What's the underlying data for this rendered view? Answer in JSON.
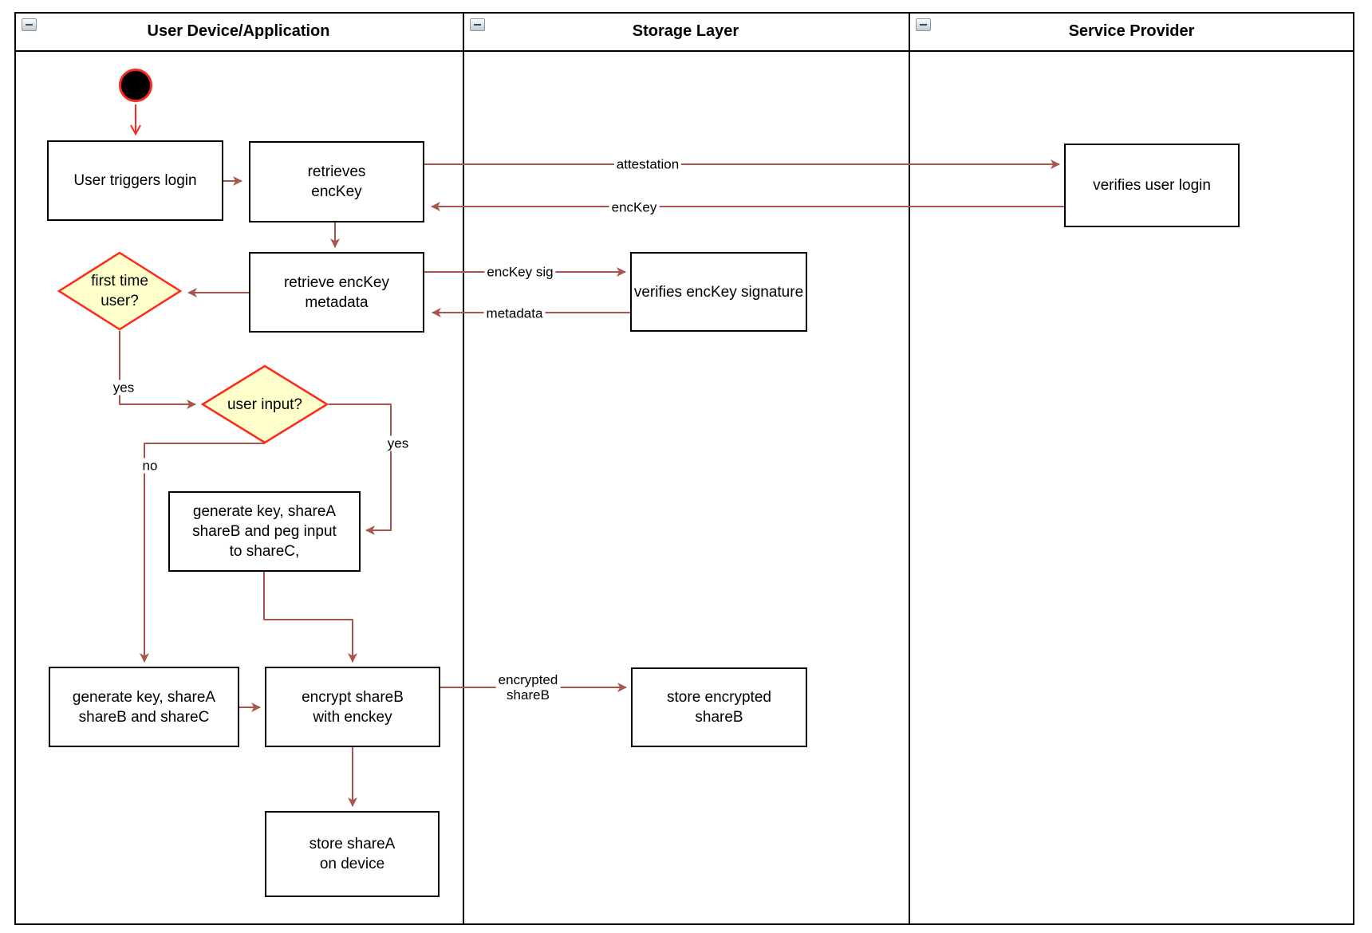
{
  "lanes": [
    {
      "title": "User Device/Application"
    },
    {
      "title": "Storage Layer"
    },
    {
      "title": "Service Provider"
    }
  ],
  "nodes": {
    "user_triggers_login": "User triggers login",
    "retrieves_enckey": "retrieves\nencKey",
    "retrieve_enckey_metadata": "retrieve encKey\nmetadata",
    "verifies_user_login": "verifies user login",
    "verifies_enckey_signature": "verifies encKey signature",
    "first_time_user": "first time\nuser?",
    "user_input": "user input?",
    "generate_key_peg": "generate key, shareA\nshareB and peg input\nto shareC,",
    "generate_key_abc": "generate key, shareA\nshareB and shareC",
    "encrypt_shareb": "encrypt shareB\nwith enckey",
    "store_encrypted_shareb": "store encrypted\nshareB",
    "store_sharea": "store shareA\non device"
  },
  "edge_labels": {
    "attestation": "attestation",
    "enckey": "encKey",
    "enckey_sig": "encKey sig",
    "metadata": "metadata",
    "yes_first_time": "yes",
    "yes_user_input": "yes",
    "no_user_input": "no",
    "encrypted_shareb": "encrypted\nshareB"
  },
  "colors": {
    "edge": "#a8564c",
    "bright": "#f5291c",
    "diamond_fill": "#ffffcc",
    "diamond_stroke": "#ff2a1a"
  }
}
